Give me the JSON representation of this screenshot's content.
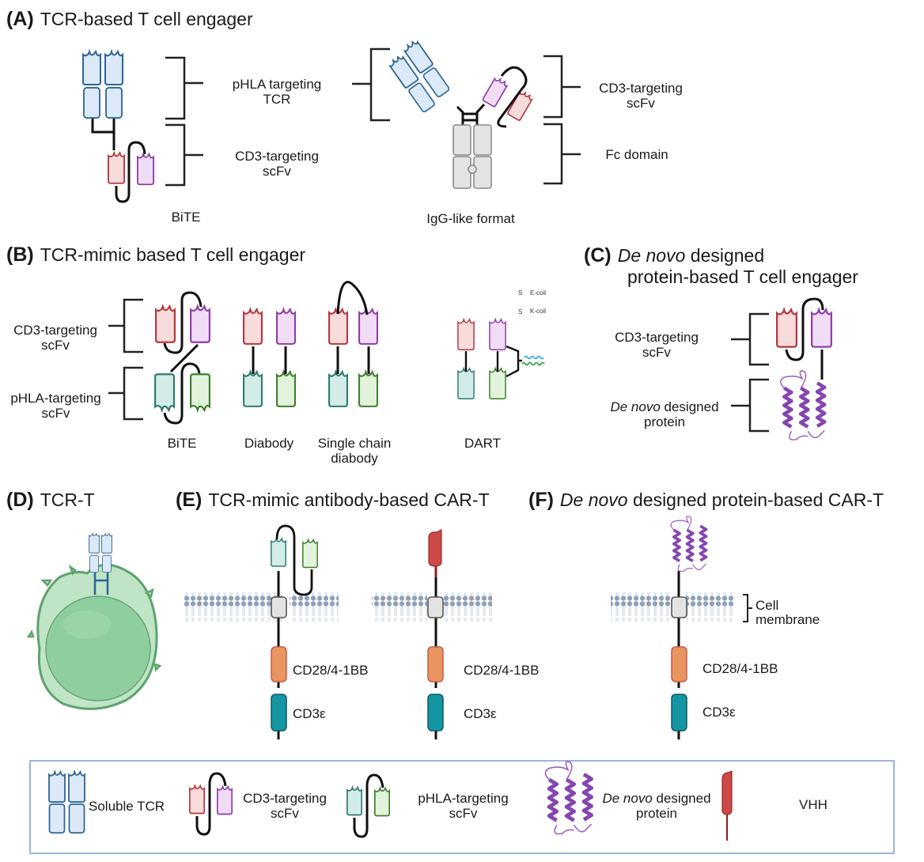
{
  "panels": {
    "A": {
      "letter": "(A)",
      "title": "TCR-based T cell engager",
      "labels": {
        "pHLA_line1": "pHLA targeting",
        "pHLA_line2": "TCR",
        "cd3_left_line1": "CD3-targeting",
        "cd3_left_line2": "scFv",
        "cd3_right_line1": "CD3-targeting",
        "cd3_right_line2": "scFv",
        "fc": "Fc domain"
      },
      "formats": [
        "BiTE",
        "IgG-like format"
      ]
    },
    "B": {
      "letter": "(B)",
      "title": "TCR-mimic based T cell engager",
      "labels": {
        "cd3_line1": "CD3-targeting",
        "cd3_line2": "scFv",
        "phla_line1": "pHLA-targeting",
        "phla_line2": "scFv",
        "e_coil": "E-coil",
        "k_coil": "K-coil",
        "s": "S"
      },
      "formats": [
        {
          "line1": "BiTE",
          "line2": ""
        },
        {
          "line1": "Diabody",
          "line2": ""
        },
        {
          "line1": "Single chain",
          "line2": "diabody"
        },
        {
          "line1": "DART",
          "line2": ""
        }
      ]
    },
    "C": {
      "letter": "(C)",
      "title_italic": "De novo",
      "title_rest": " designed",
      "title_line2": "protein-based T cell engager",
      "labels": {
        "cd3_line1": "CD3-targeting",
        "cd3_line2": "scFv",
        "protein_italic": "De novo",
        "protein_rest": " designed",
        "protein_line2": "protein"
      }
    },
    "D": {
      "letter": "(D)",
      "title": "TCR-T"
    },
    "E": {
      "letter": "(E)",
      "title": "TCR-mimic antibody-based CAR-T",
      "labels": {
        "costim_1": "CD28/4-1BB",
        "cd3e_1": "CD3ε",
        "costim_2": "CD28/4-1BB",
        "cd3e_2": "CD3ε"
      }
    },
    "F": {
      "letter": "(F)",
      "title_italic": "De novo",
      "title_rest": " designed protein-based CAR-T",
      "labels": {
        "membrane_line1": "Cell",
        "membrane_line2": "membrane",
        "costim": "CD28/4-1BB",
        "cd3e": "CD3ε"
      }
    }
  },
  "legend": {
    "items": [
      {
        "icon": "soluble-tcr-icon",
        "line1": "Soluble TCR",
        "line2": ""
      },
      {
        "icon": "cd3-scfv-icon",
        "line1": "CD3-targeting",
        "line2": "scFv"
      },
      {
        "icon": "phla-scfv-icon",
        "line1": "pHLA-targeting",
        "line2": "scFv"
      },
      {
        "icon": "de-novo-protein-icon",
        "line1_italic": "De novo",
        "line1_rest": " designed",
        "line2": "protein"
      },
      {
        "icon": "vhh-icon",
        "line1": "VHH",
        "line2": ""
      }
    ]
  },
  "colors": {
    "tcr_fill": "#dbe9f8",
    "tcr_stroke": "#2f6595",
    "cd3_vh_fill": "#f8dcdc",
    "cd3_vh_stroke": "#b5383f",
    "cd3_vl_fill": "#f1dcf6",
    "cd3_vl_stroke": "#8e3fa6",
    "phla_vh_fill": "#d3ece8",
    "phla_vh_stroke": "#2e7a6f",
    "phla_vl_fill": "#e2f3dc",
    "phla_vl_stroke": "#3f7f2e",
    "fc_fill": "#e3e3e3",
    "fc_stroke": "#8a8a8a",
    "costim": "#e8955f",
    "cd3e": "#1597a3",
    "vhh": "#cc4a48",
    "helix": "#8446b0",
    "membrane": "#8fa1b8",
    "cell": "#a9d9b3",
    "legend_border": "#9db3d9"
  }
}
